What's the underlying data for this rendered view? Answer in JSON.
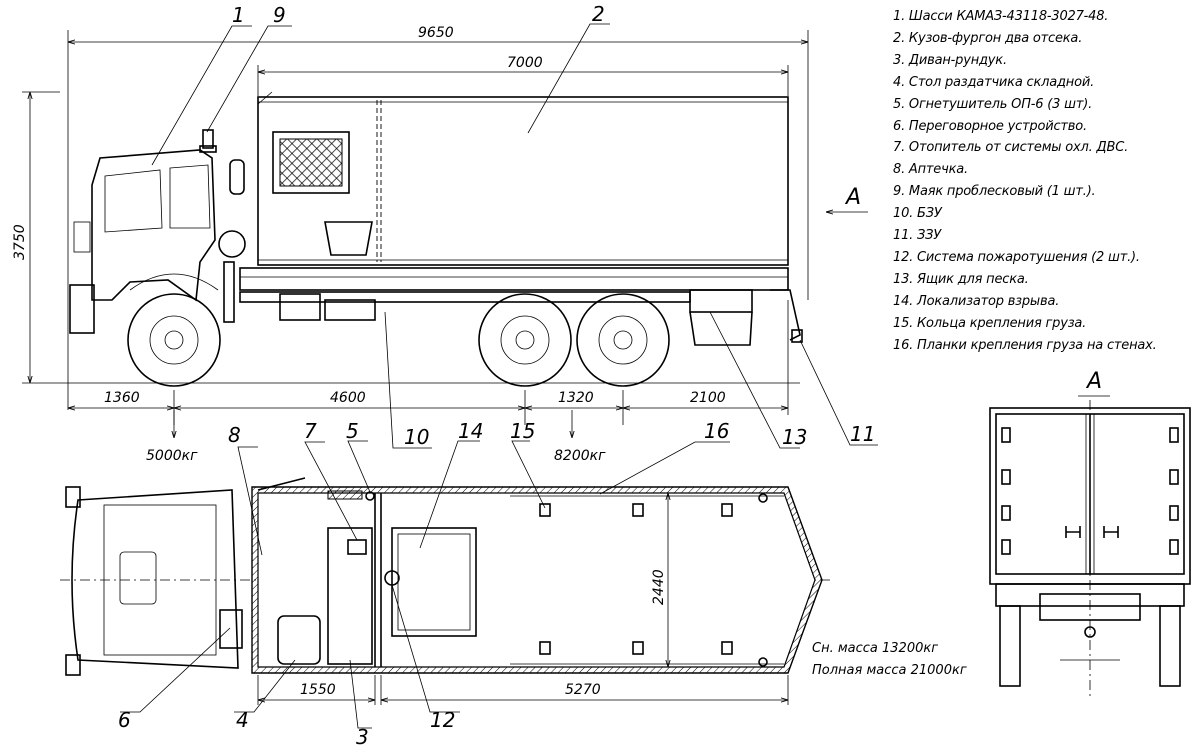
{
  "legend": [
    "1.  Шасси КАМАЗ-43118-3027-48.",
    "2.  Кузов-фургон два отсека.",
    "3.  Диван-рундук.",
    "4.  Стол раздатчика складной.",
    "5.  Огнетушитель ОП-6 (3 шт).",
    "6.  Переговорное устройство.",
    "7.  Отопитель от системы охл. ДВС.",
    "8.  Аптечка.",
    "9.  Маяк проблесковый (1 шт.).",
    "10.  БЗУ",
    "11.  ЗЗУ",
    "12.  Система пожаротушения (2 шт.).",
    "13.  Ящик для песка.",
    "14.  Локализатор взрыва.",
    "15.  Кольца крепления груза.",
    "16.  Планки крепления груза на стенах."
  ],
  "dimensions": {
    "overall_length": "9650",
    "body_length": "7000",
    "height": "3750",
    "front_overhang": "1360",
    "wheelbase": "4600",
    "rear_axle_spacing": "1320",
    "rear_overhang": "2100",
    "width": "2440",
    "front_compartment": "1550",
    "rear_compartment": "5270"
  },
  "loads": {
    "front_axle": "5000кг",
    "rear_axles": "8200кг"
  },
  "mass": {
    "curb": "Сн. масса 13200кг",
    "gross": "Полная масса 21000кг"
  },
  "view_label": "A",
  "callouts": {
    "c1": "1",
    "c2": "2",
    "c3": "3",
    "c4": "4",
    "c5": "5",
    "c6": "6",
    "c7": "7",
    "c8": "8",
    "c9": "9",
    "c10": "10",
    "c11": "11",
    "c12": "12",
    "c13": "13",
    "c14": "14",
    "c15": "15",
    "c16": "16"
  }
}
